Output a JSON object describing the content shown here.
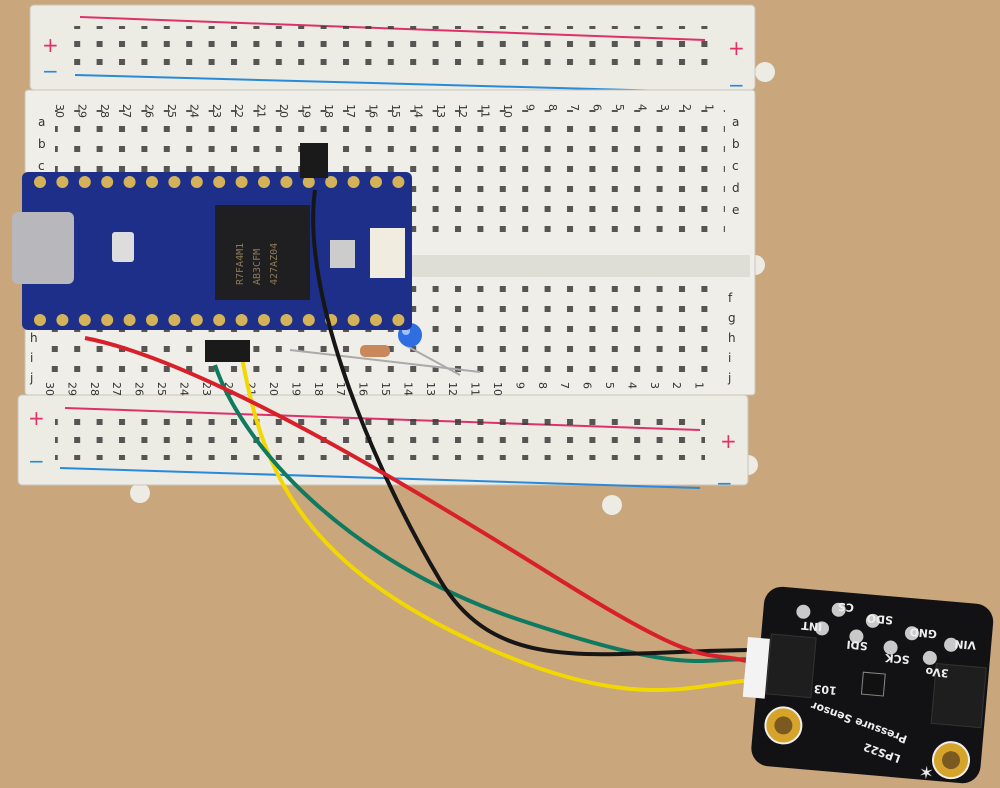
{
  "breadboard": {
    "columns_top": [
      "30",
      "29",
      "28",
      "27",
      "26",
      "25",
      "24",
      "23",
      "22",
      "21",
      "20",
      "19",
      "18",
      "17",
      "16",
      "15",
      "14",
      "13",
      "12",
      "11",
      "10",
      "9",
      "8",
      "7",
      "6",
      "5",
      "4",
      "3",
      "2",
      "1"
    ],
    "columns_bottom": [
      "30",
      "29",
      "28",
      "27",
      "26",
      "25",
      "24",
      "23",
      "22",
      "21",
      "20",
      "19",
      "18",
      "17",
      "16",
      "15",
      "14",
      "13",
      "12",
      "11",
      "10",
      "9",
      "8",
      "7",
      "6",
      "5",
      "4",
      "3",
      "2",
      "1"
    ],
    "rows_top": [
      "a",
      "b",
      "c",
      "d",
      "e"
    ],
    "rows_bottom": [
      "f",
      "g",
      "h",
      "i",
      "j"
    ],
    "plus": "+",
    "minus": "−",
    "colors": {
      "body": "#ecebe4",
      "red_line": "#e0306a",
      "blue_line": "#2a8ad8"
    }
  },
  "mcu": {
    "chip_lines": [
      "R7FA4M1",
      "AB3CFM",
      "427AZ04"
    ],
    "color": "#1e2f8a"
  },
  "sensor": {
    "pins_top": [
      "INT",
      "CS",
      "SDO",
      "GND",
      "VIN"
    ],
    "pins_bottom": [
      "SDI",
      "SCK",
      "3Vo"
    ],
    "name": "LPS22",
    "subtitle": "Pressure Sensor",
    "chip_label": "103"
  },
  "wires": {
    "red": "#d8202a",
    "black": "#161616",
    "green": "#0f7a60",
    "yellow": "#f2d800"
  }
}
